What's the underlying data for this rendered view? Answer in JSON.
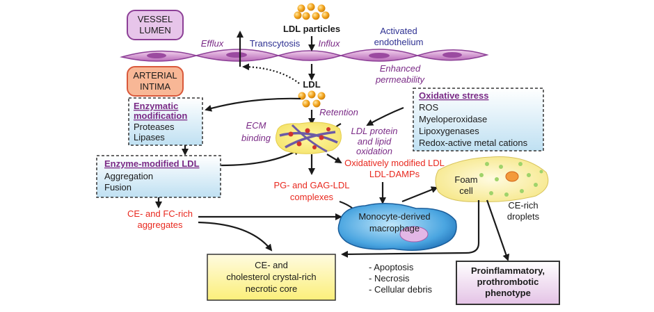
{
  "labels": {
    "vessel_lumen": [
      "VESSEL",
      "LUMEN"
    ],
    "arterial_intima": [
      "ARTERIAL",
      "INTIMA"
    ],
    "ldl_particles": "LDL particles",
    "efflux": "Efflux",
    "transcytosis": "Transcytosis",
    "influx": "Influx",
    "activated_endothelium": [
      "Activated",
      "endothelium"
    ],
    "enhanced_permeability": [
      "Enhanced",
      "permeability"
    ],
    "ldl": "LDL",
    "retention": "Retention",
    "ecm_binding": [
      "ECM",
      "binding"
    ],
    "ldl_oxidation": [
      "LDL protein",
      "and lipid",
      "oxidation"
    ],
    "ox_ldl": [
      "Oxidatively modified LDL",
      "LDL-DAMPs"
    ],
    "pg_gag": [
      "PG- and GAG-LDL",
      "complexes"
    ],
    "ce_fc": [
      "CE- and FC-rich",
      "aggregates"
    ],
    "macrophage": [
      "Monocyte-derived",
      "macrophage"
    ],
    "foam_cell": [
      "Foam",
      "cell"
    ],
    "ce_droplets": [
      "CE-rich",
      "droplets"
    ],
    "death": [
      "- Apoptosis",
      "- Necrosis",
      "- Cellular debris"
    ]
  },
  "boxes": {
    "enzymatic": {
      "title": [
        "Enzymatic",
        "modification"
      ],
      "items": [
        "Proteases",
        "Lipases"
      ]
    },
    "enzyme_modified": {
      "title": "Enzyme-modified LDL",
      "items": [
        "Aggregation",
        "Fusion"
      ]
    },
    "oxidative": {
      "title": "Oxidative stress",
      "items": [
        "ROS",
        "Myeloperoxidase",
        "Lipoxygenases",
        "Redox-active metal cations"
      ]
    },
    "necrotic": [
      "CE- and",
      "cholesterol crystal-rich",
      "necrotic core"
    ],
    "proinflammatory": [
      "Proinflammatory,",
      "prothrombotic",
      "phenotype"
    ]
  },
  "colors": {
    "purple": "#7a2a86",
    "red": "#e8281e",
    "blue_text": "#2e3192",
    "ldl_particle": "#f2a21a",
    "box_blue": "#cfe8f5",
    "box_yellow": "#fdf6a8"
  }
}
